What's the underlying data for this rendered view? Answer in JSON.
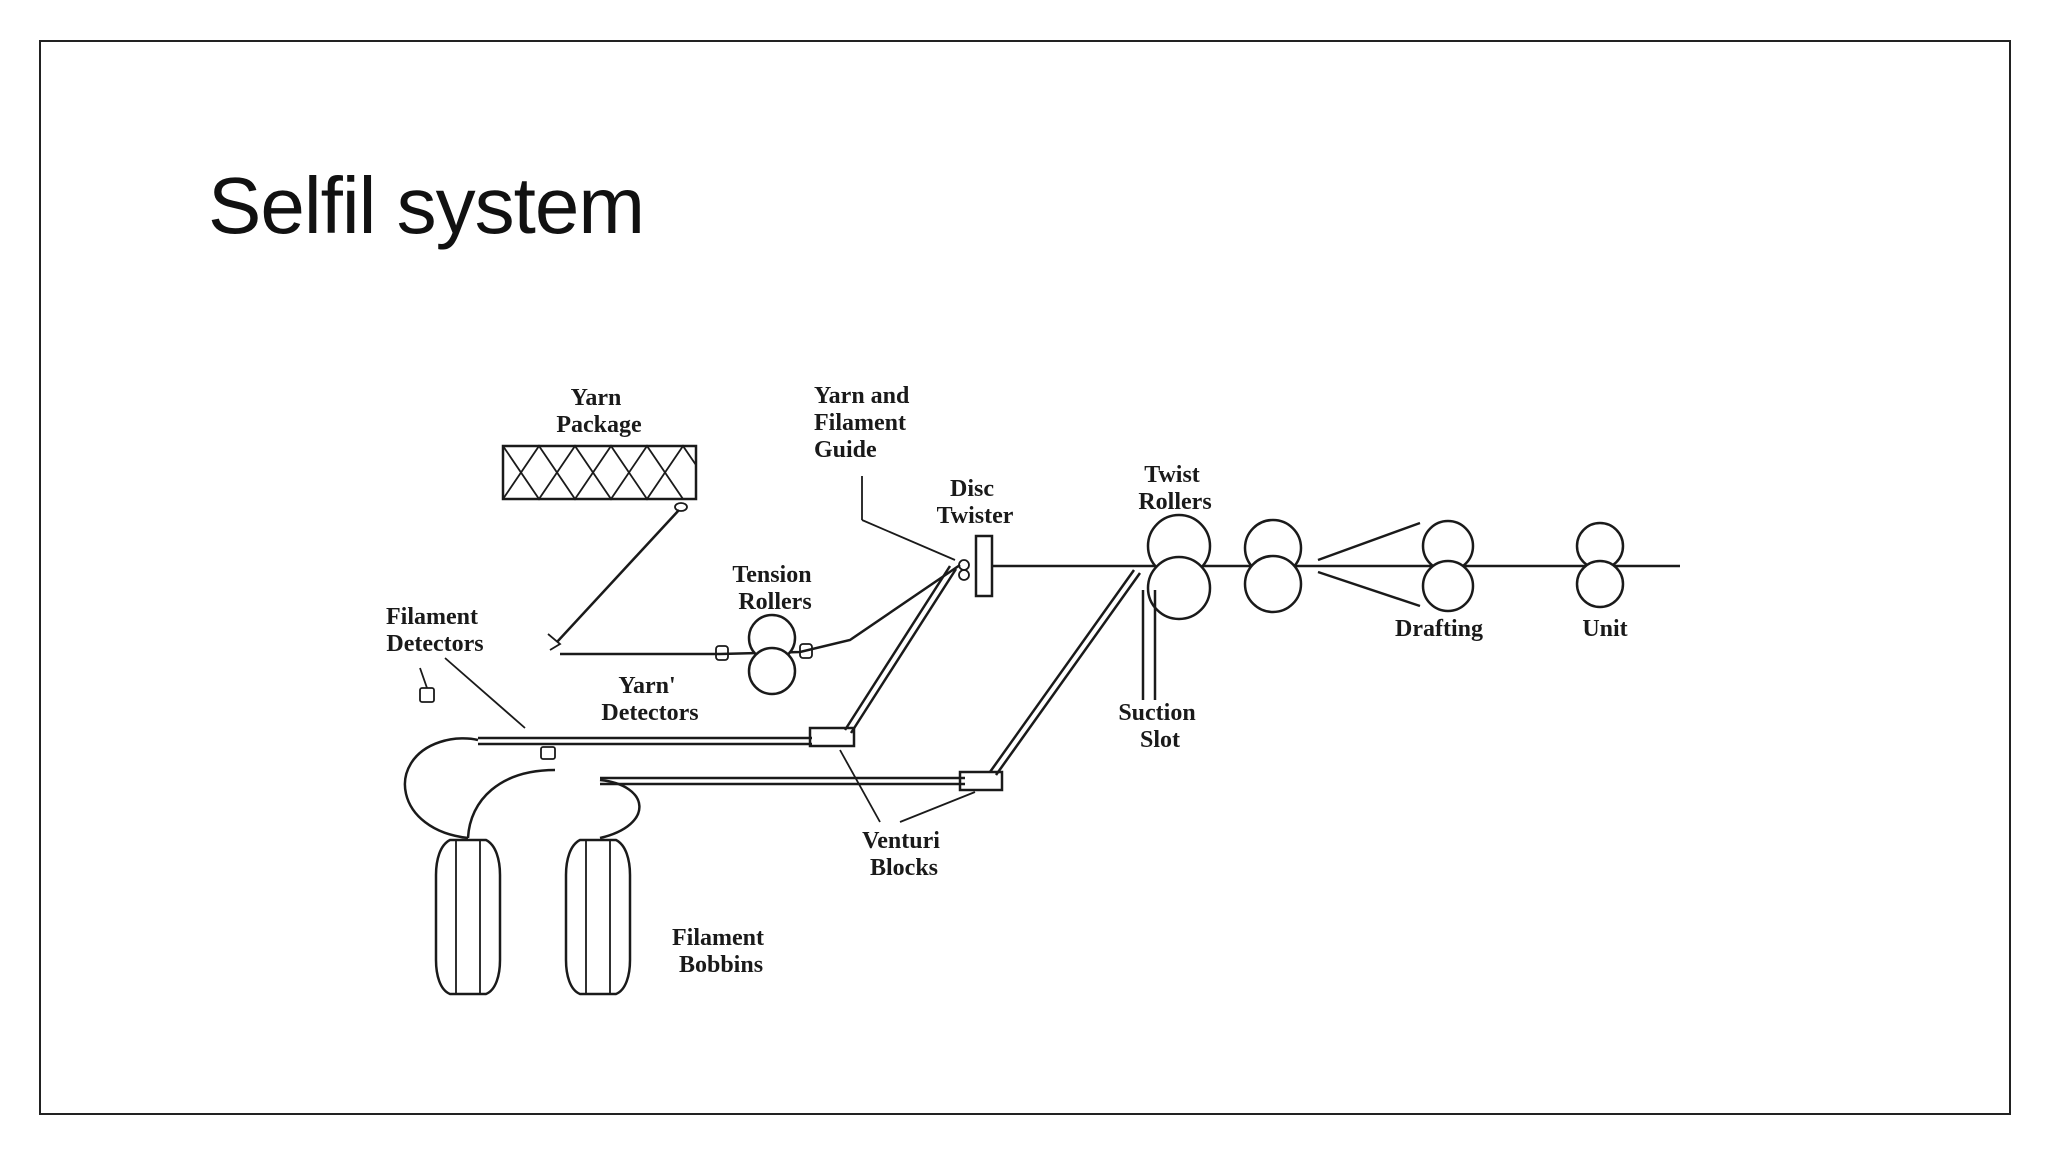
{
  "slide": {
    "title": "Selfil system"
  },
  "diagram": {
    "labels": {
      "yarn_package": [
        "Yarn",
        "Package"
      ],
      "yarn_filament_guide": [
        "Yarn and",
        "Filament",
        "Guide"
      ],
      "disc_twister": [
        "Disc",
        "Twister"
      ],
      "twist_rollers": [
        "Twist",
        "Rollers"
      ],
      "tension_rollers": [
        "Tension",
        "Rollers"
      ],
      "filament_detectors": [
        "Filament",
        "Detectors"
      ],
      "yarn_detectors": [
        "Yarn'",
        "Detectors"
      ],
      "suction_slot": [
        "Suction",
        "Slot"
      ],
      "venturi_blocks": [
        "Venturi",
        "Blocks"
      ],
      "filament_bobbins": [
        "Filament",
        "Bobbins"
      ],
      "drafting": "Drafting",
      "unit": "Unit"
    }
  }
}
